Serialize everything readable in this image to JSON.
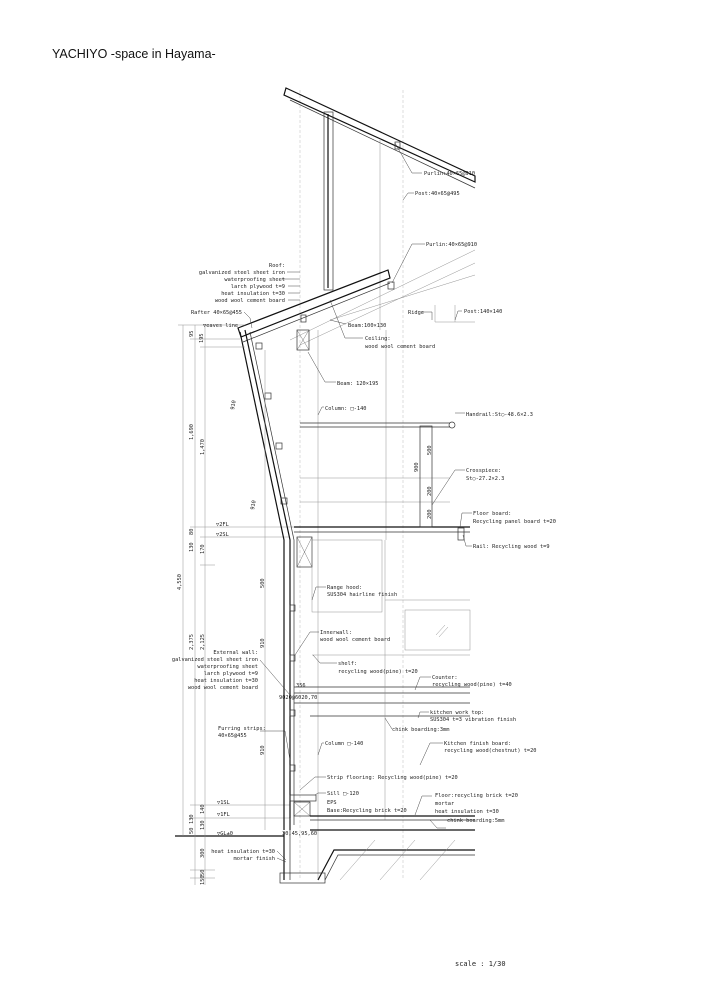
{
  "title": "YACHIYO  -space in Hayama-",
  "scale": "scale : 1/30",
  "labels": {
    "purlin_top": "Purlin:40×65@910",
    "post_top": "Post:40×65@495",
    "purlin_mid": "Purlin:40×65@910",
    "roof": [
      "Roof:",
      "galvanized steel sheet iron",
      "waterproofing sheet",
      "larch plywood t=9",
      "heat insulation t=30",
      "wood wool cement board"
    ],
    "rafter": "Rafter 40×65@455",
    "eaves_line": "▽eaves line",
    "ridge": "Ridge",
    "post_main": "Post:140×140",
    "beam_small": "Beam:100×130",
    "ceiling": [
      "Ceiling:",
      "wood wool cement board"
    ],
    "beam_large": "Beam: 120×195",
    "column_upper": "Column: □-140",
    "handrail": "Handrail:St○-48.6×2.3",
    "crosspiece": [
      "Crosspiece:",
      "St○-27.2×2.3"
    ],
    "floor_board": [
      "Floor board:",
      "Recycling panel board t=20"
    ],
    "rail": "Rail: Recycling wood t=9",
    "level_2fl": "▽2FL",
    "level_2sl": "▽2SL",
    "range_hood": [
      "Range hood:",
      "SUS304 hairline finish"
    ],
    "innerwall": [
      "Innerwall:",
      "wood wool cement board"
    ],
    "external_wall": [
      "External wall:",
      "galvanized steel sheet iron",
      "waterproofing sheet",
      "larch plywood t=9",
      "heat insulation t=30",
      "wood wool cement board"
    ],
    "shelf": [
      "shelf:",
      "recycling wood(pine) t=20"
    ],
    "counter": [
      "Counter:",
      "recycling wood(pine) t=40"
    ],
    "kitchen_work_top": [
      "kitchen work top:",
      "SUS304 t=3 vibration finish"
    ],
    "chink_3mm": "chink boarding:3mm",
    "furring": [
      "Furring strips:",
      "40×65@455"
    ],
    "column_lower": "Column □-140",
    "kitchen_finish": [
      "Kitchen finish board:",
      "recycling wood(chestnut) t=20"
    ],
    "strip_flooring": "Strip flooring: Recycling wood(pine) t=20",
    "sill": "Sill □-120",
    "eps": "EPS",
    "base": "Base:Recycling brick t=20",
    "floor_layers": [
      "Floor:recycling brick t=20",
      "mortar",
      "heat insulation t=30"
    ],
    "chink_5mm": "chink boarding:5mm",
    "level_1sl": "▽1SL",
    "level_1fl": "▽1FL",
    "level_gl": "▽GL±0",
    "foundation": [
      "heat insulation t=30",
      "mortar finish"
    ]
  },
  "dimensions": {
    "total": "4,550",
    "upper_outer": "1,690",
    "lower_outer": "2,375",
    "upper_inner": "1,470",
    "lower_inner": "2,125",
    "d95": "95",
    "d195": "195",
    "d80": "80",
    "d130a": "130",
    "d170": "170",
    "d140": "140",
    "d130b": "130",
    "d50": "50",
    "d130c": "130",
    "d300": "300",
    "d150": "150",
    "d50b": "50",
    "wall_910a": "910",
    "wall_910b": "910",
    "v500": "500",
    "v910a": "910",
    "v910b": "910",
    "rail_900": "900",
    "rail_500": "500",
    "rail_200a": "200",
    "rail_200b": "200",
    "d356": "356",
    "counter_dims": "9020@6020,70",
    "base_dims": "30,45,95,60"
  }
}
